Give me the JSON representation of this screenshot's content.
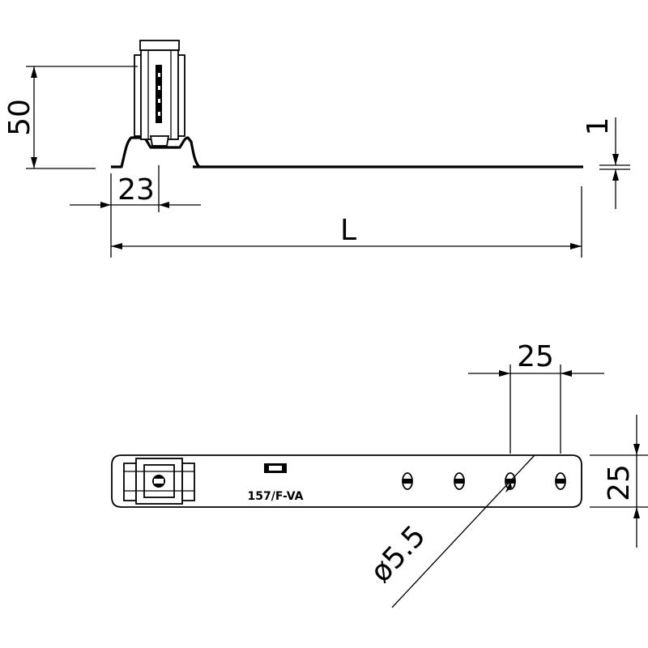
{
  "dimensions": {
    "height": "50",
    "thickness": "1",
    "foot_width": "23",
    "length": "L",
    "hole_pitch": "25",
    "strip_width": "25",
    "hole_diameter": "ø5.5"
  },
  "part_marking": "157/F-VA"
}
